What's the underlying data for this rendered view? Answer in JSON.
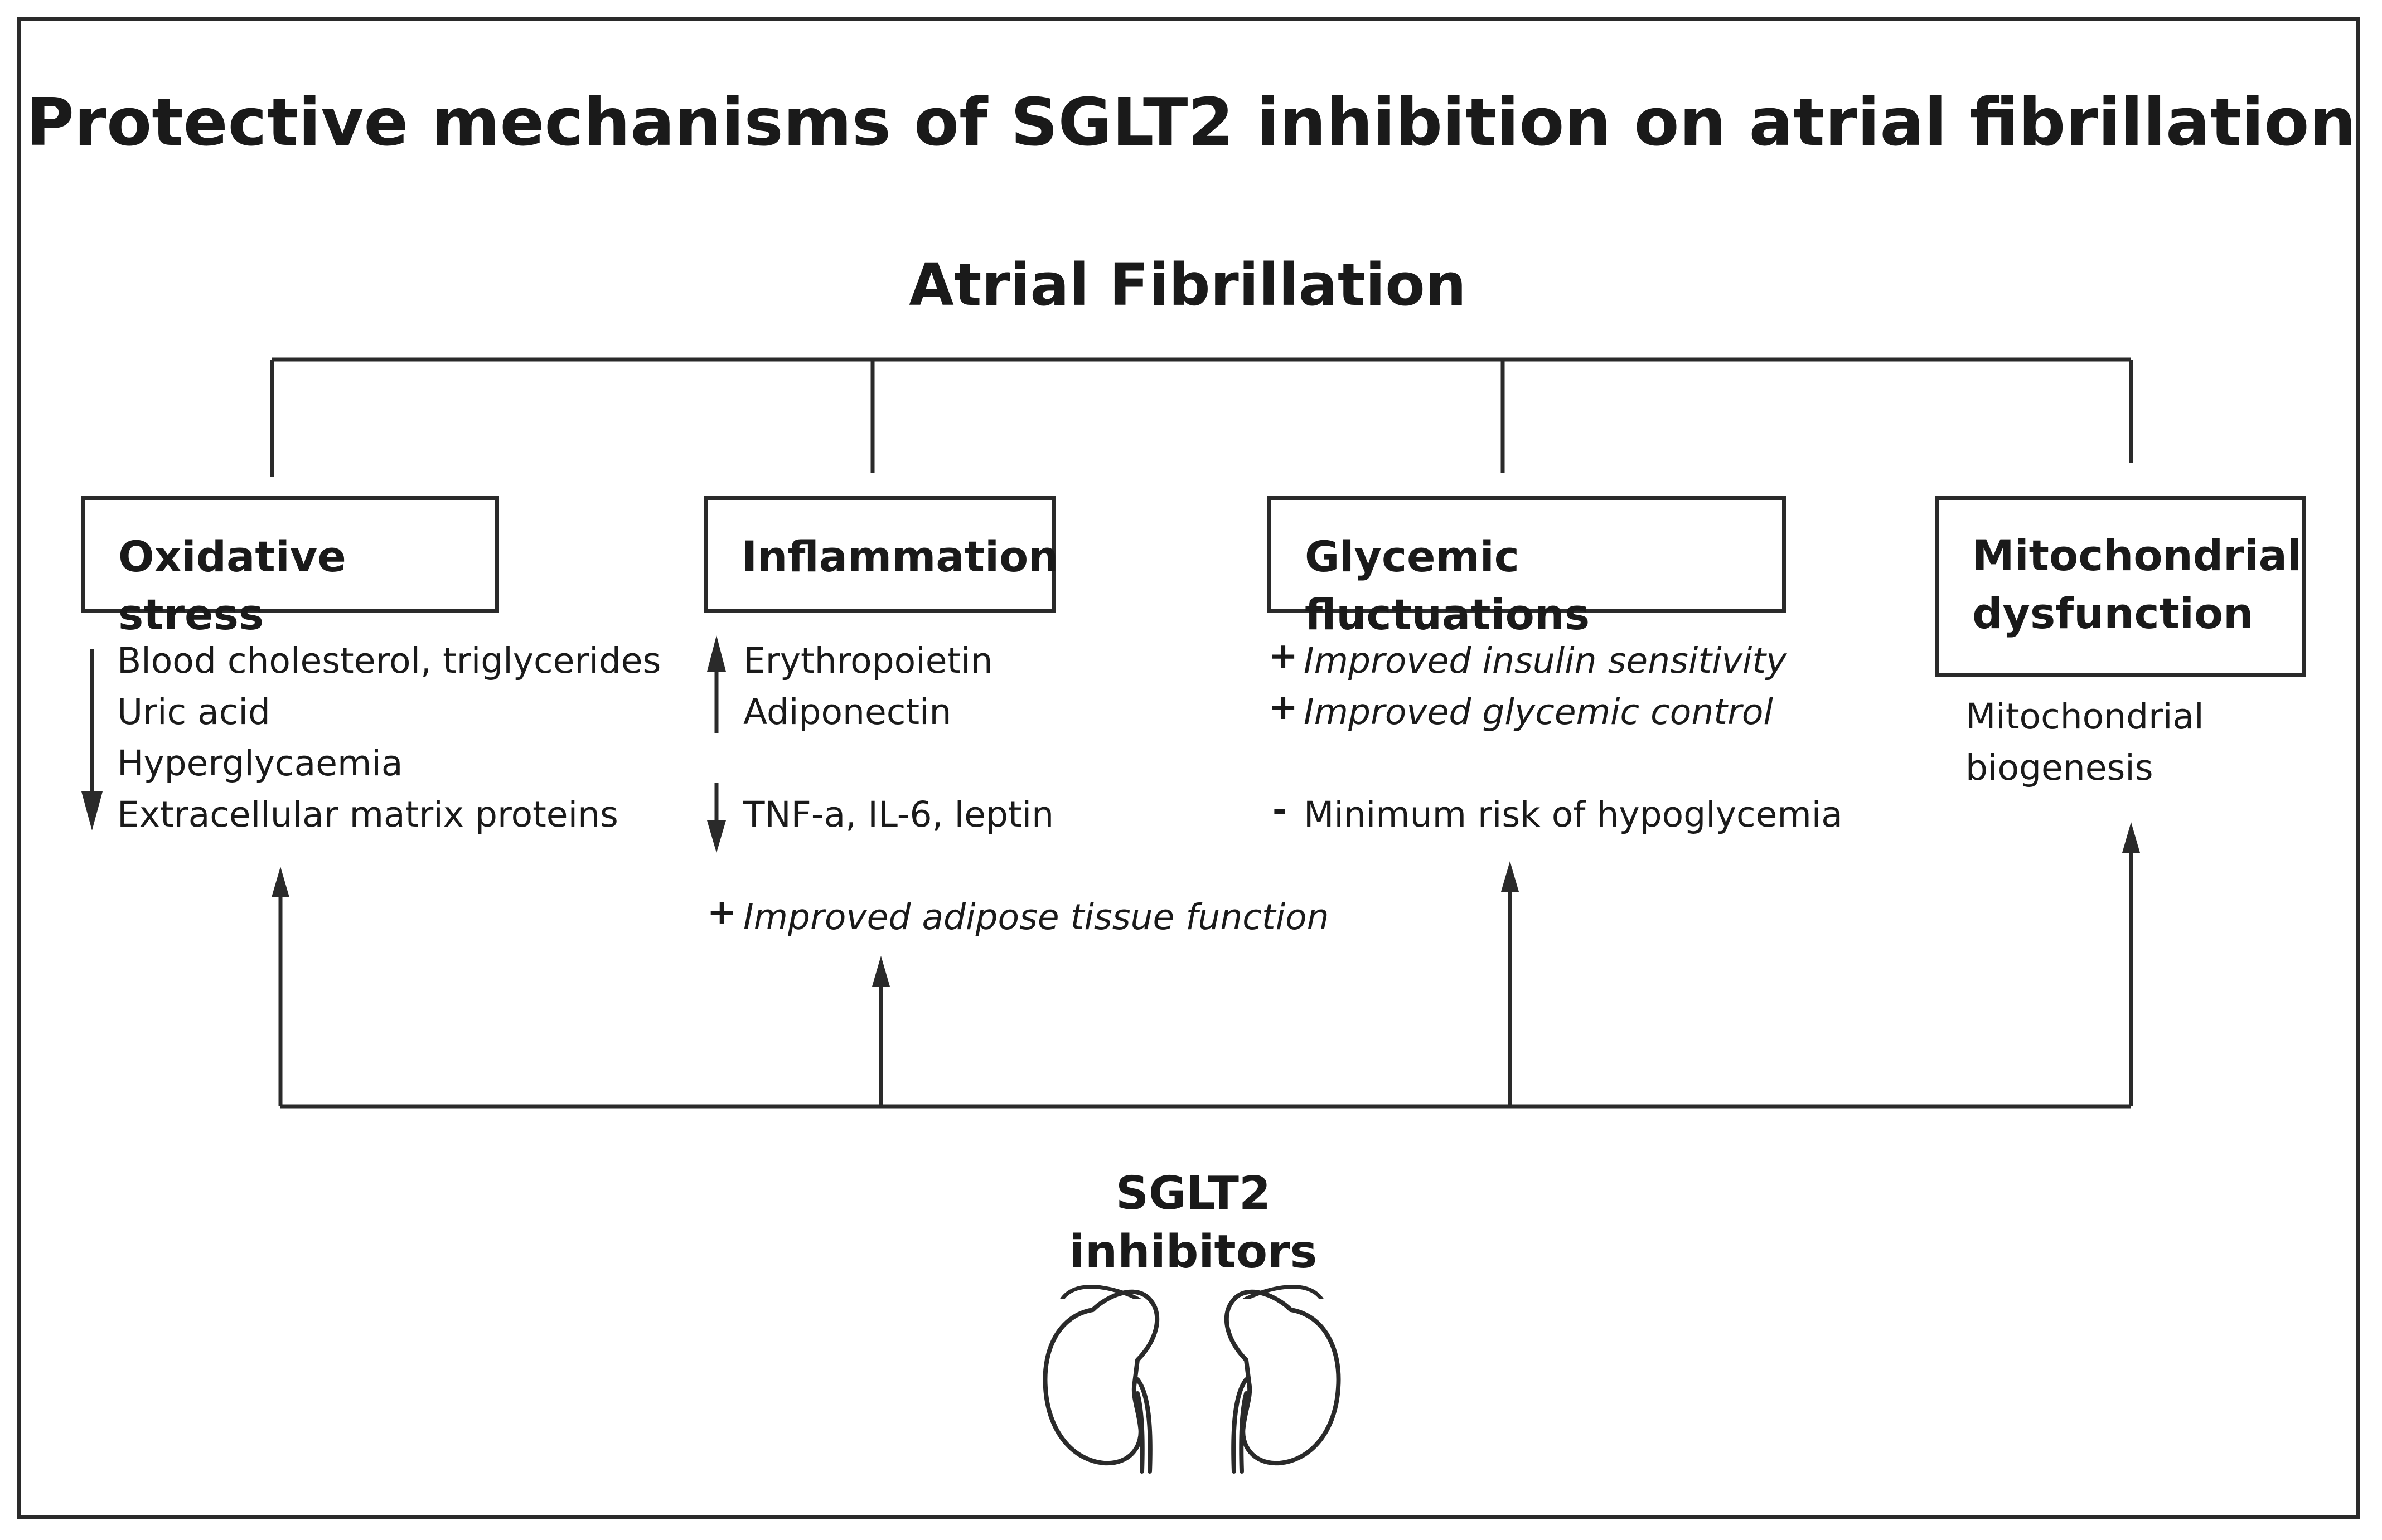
{
  "title": "Protective mechanisms of SGLT2 inhibition on atrial fibrillation",
  "top_node": "Atrial Fibrillation",
  "boxes": {
    "oxidative": "Oxidative stress",
    "inflammation": "Inflammation",
    "glycemic": "Glycemic fluctuations",
    "mito_line1": "Mitochondrial",
    "mito_line2": "dysfunction"
  },
  "oxidative_items": [
    "Blood cholesterol, triglycerides",
    "Uric acid",
    "Hyperglycaemia",
    "Extracellular matrix proteins"
  ],
  "inflammation_items": {
    "up": [
      "Erythropoietin",
      "Adiponectin"
    ],
    "down": "TNF-a, IL-6, leptin",
    "plus_sign": "+",
    "plus": "Improved adipose tissue function"
  },
  "glycemic_items": {
    "plus_sign": "+",
    "plus1": "Improved insulin sensitivity",
    "plus2": "Improved glycemic control",
    "minus_sign": "-",
    "minus": "Minimum risk of hypoglycemia"
  },
  "mito_items": [
    "Mitochondrial",
    "biogenesis"
  ],
  "bottom_node": {
    "line1": "SGLT2",
    "line2": "inhibitors"
  },
  "icons": {
    "kidneys": "kidney-pair-icon",
    "up_arrow": "up-arrow-icon",
    "down_arrow": "down-arrow-icon"
  },
  "colors": {
    "line": "#2a2a2a",
    "text": "#1a1a1a",
    "background": "#ffffff"
  }
}
